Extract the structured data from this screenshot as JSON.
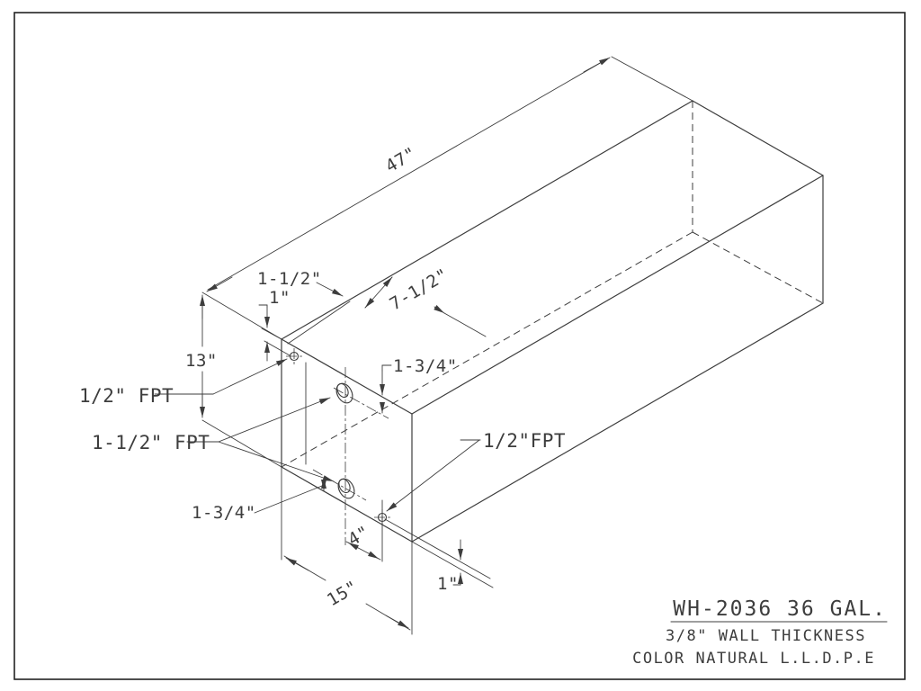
{
  "colors": {
    "ink": "#3d3d3d",
    "paper": "#ffffff"
  },
  "drawing": {
    "dims": {
      "length": "47\"",
      "height": "13\"",
      "width": "15\"",
      "port_offset_top": "1-1/2\"",
      "port_inset_top": "1\"",
      "port_center_length": "7-1/2\"",
      "port_depth_upper": "1-3/4\"",
      "port_height_lower": "1-3/4\"",
      "port_spacing": "4\"",
      "port_height_bottom": "1\""
    },
    "labels": {
      "fitting_top": "1/2\" FPT",
      "fitting_mid": "1-1/2\" FPT",
      "fitting_bottom": "1/2\"FPT"
    },
    "title": {
      "model": "WH-2036  36  GAL.",
      "wall": "3/8\" WALL THICKNESS",
      "material": "COLOR NATURAL L.L.D.P.E"
    }
  }
}
